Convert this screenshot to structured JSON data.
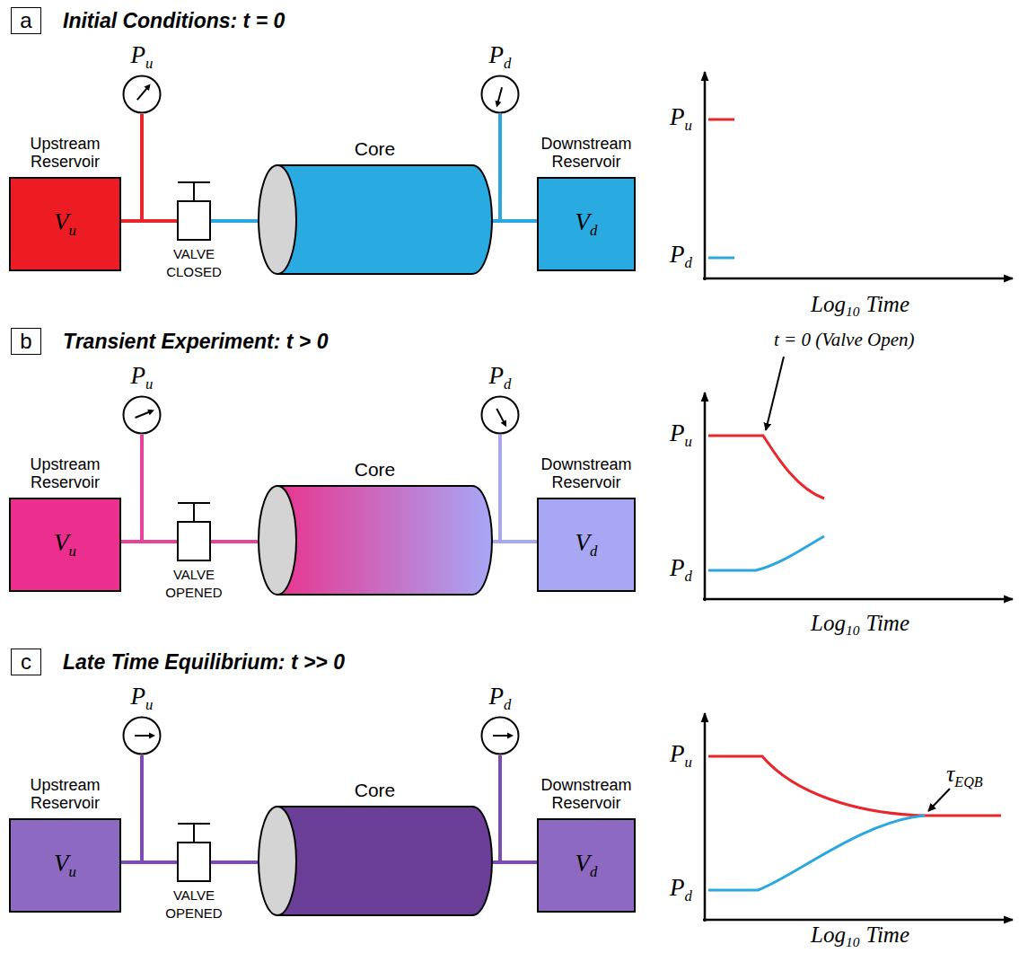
{
  "diagram": {
    "nodes": [
      {
        "text": [
          "a"
        ]
      },
      {
        "text": [
          "P",
          "u"
        ]
      },
      {
        "text": [
          "Upstream Reservoir",
          "V",
          "u"
        ]
      },
      {
        "text": [
          "VALVE CLOSED"
        ]
      },
      {
        "text": [
          "Core"
        ]
      },
      {
        "text": [
          "P",
          "d"
        ]
      },
      {
        "text": [
          "Downstream Reservoir",
          "V",
          "d"
        ]
      },
      {
        "text": [
          "b"
        ]
      },
      {
        "text": [
          "P",
          "u"
        ]
      },
      {
        "text": [
          "Upstream Reservoir",
          "V",
          "u"
        ]
      },
      {
        "text": [
          "VALVE OPENED"
        ]
      },
      {
        "text": [
          "Core"
        ]
      },
      {
        "text": [
          "P",
          "d"
        ]
      },
      {
        "text": [
          "Downstream Reservoir",
          "V",
          "d"
        ]
      },
      {
        "text": [
          "c"
        ]
      },
      {
        "text": [
          "P",
          "u"
        ]
      },
      {
        "text": [
          "Upstream Reservoir",
          "V",
          "u"
        ]
      },
      {
        "text": [
          "VALVE OPENED"
        ]
      },
      {
        "text": [
          "Core"
        ]
      },
      {
        "text": [
          "P",
          "d"
        ]
      },
      {
        "text": [
          "Downstream Reservoir",
          "V",
          "d"
        ]
      }
    ],
    "edges": [
      {
        "from": 1,
        "to": 2,
        "arrow": "none"
      },
      {
        "from": 2,
        "to": 3,
        "arrow": "none"
      },
      {
        "from": 3,
        "to": 4,
        "arrow": "none"
      },
      {
        "from": 4,
        "to": 6,
        "arrow": "none"
      },
      {
        "from": 5,
        "to": 6,
        "arrow": "none"
      },
      {
        "from": 8,
        "to": 9,
        "arrow": "none"
      },
      {
        "from": 9,
        "to": 10,
        "arrow": "none"
      },
      {
        "from": 10,
        "to": 11,
        "arrow": "none"
      },
      {
        "from": 11,
        "to": 13,
        "arrow": "none"
      },
      {
        "from": 12,
        "to": 13,
        "arrow": "none"
      },
      {
        "from": 15,
        "to": 16,
        "arrow": "none"
      },
      {
        "from": 16,
        "to": 17,
        "arrow": "none"
      },
      {
        "from": 17,
        "to": 18,
        "arrow": "none"
      },
      {
        "from": 18,
        "to": 20,
        "arrow": "none"
      },
      {
        "from": 19,
        "to": 20,
        "arrow": "none"
      }
    ],
    "labels": [
      "Initial Conditions: t = 0",
      "P",
      "u",
      "P",
      "d",
      "Log",
      "10",
      "Time",
      "Transient Experiment: t > 0",
      "t = 0 (Valve Open)",
      "P",
      "u",
      "P",
      "d",
      "Log",
      "10",
      "Time",
      "Late Time Equilibrium: t >> 0",
      "P",
      "u",
      "P",
      "d",
      "τ",
      "EQB",
      "Log",
      "10",
      "Time"
    ]
  }
}
